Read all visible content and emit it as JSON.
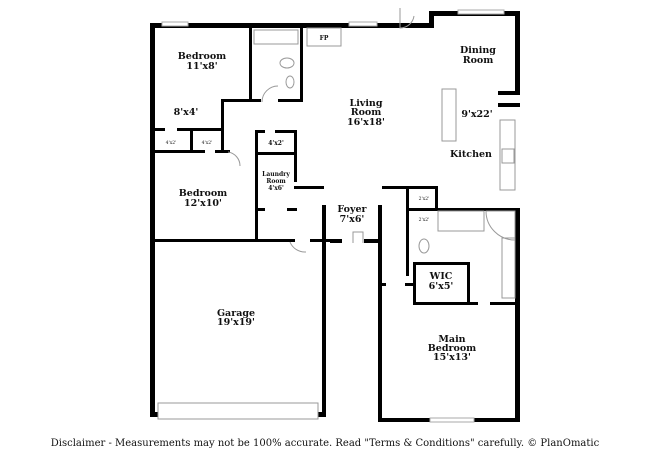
{
  "rooms": {
    "bedroom1": {
      "name": "Bedroom",
      "size": "11'x8'"
    },
    "hall": {
      "size": "8'x4'"
    },
    "closet_a": {
      "size": "4'x2'"
    },
    "closet_b": {
      "size": "4'x2'"
    },
    "closet_c": {
      "size": "4'x2'"
    },
    "laundry": {
      "name1": "Laundry",
      "name2": "Room",
      "size": "4'x6'"
    },
    "bedroom2": {
      "name": "Bedroom",
      "size": "12'x10'"
    },
    "living": {
      "name1": "Living",
      "name2": "Room",
      "size": "16'x18'"
    },
    "fireplace": {
      "name": "FP"
    },
    "dining": {
      "name1": "Dining",
      "name2": "Room"
    },
    "kitchen": {
      "name": "Kitchen",
      "size": "9'x22'"
    },
    "foyer": {
      "name": "Foyer",
      "size": "7'x6'"
    },
    "closet_d": {
      "size": "2'x2'"
    },
    "closet_e": {
      "size": "2'x2'"
    },
    "wic": {
      "name": "WIC",
      "size": "6'x5'"
    },
    "garage": {
      "name": "Garage",
      "size": "19'x19'"
    },
    "main_bedroom": {
      "name1": "Main",
      "name2": "Bedroom",
      "size": "15'x13'"
    }
  },
  "disclaimer": "Disclaimer - Measurements may not be 100% accurate. Read \"Terms & Conditions\" carefully. © PlanOmatic"
}
